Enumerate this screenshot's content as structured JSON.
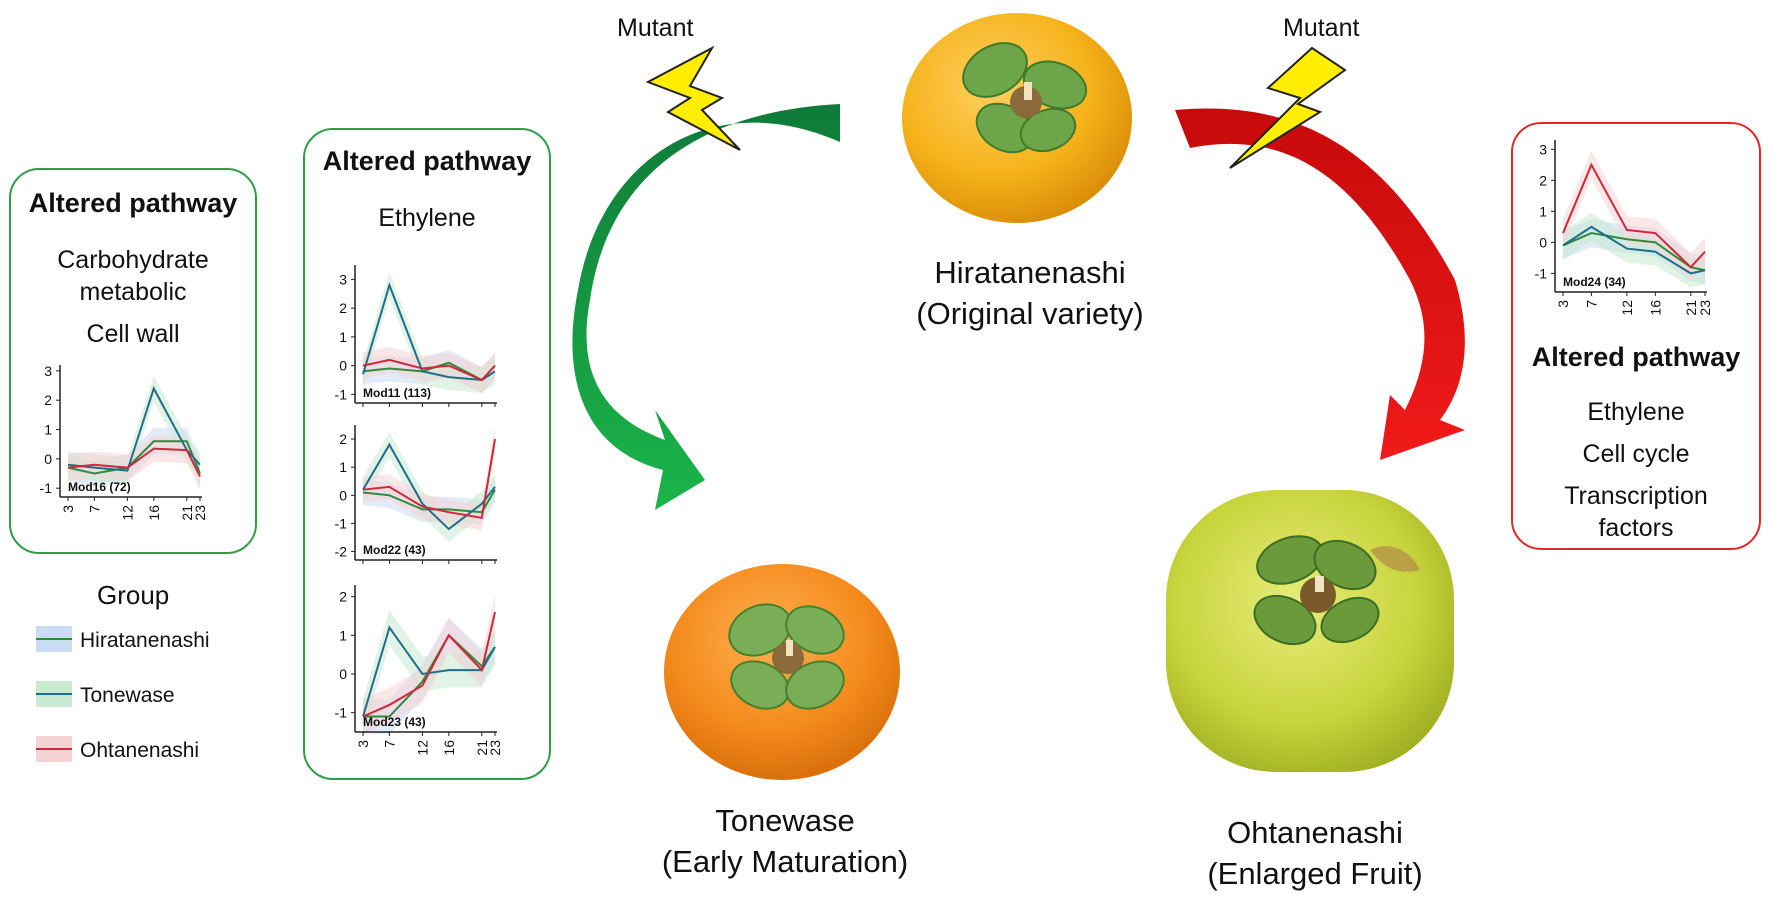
{
  "mutant_labels": [
    "Mutant",
    "Mutant"
  ],
  "varieties": {
    "original": {
      "name": "Hiratanenashi",
      "desc": "(Original variety)"
    },
    "early": {
      "name": "Tonewase",
      "desc": "(Early Maturation)"
    },
    "enlarged": {
      "name": "Ohtanenashi",
      "desc": "(Enlarged Fruit)"
    }
  },
  "panels": {
    "left": {
      "title": "Altered pathway",
      "lines": [
        "Carbohydrate",
        "metabolic",
        "Cell wall"
      ],
      "border": "#2e9e48"
    },
    "middle": {
      "title": "Altered pathway",
      "lines": [
        "Ethylene"
      ],
      "border": "#2e9e48"
    },
    "right": {
      "title": "Altered pathway",
      "lines": [
        "Ethylene",
        "Cell cycle",
        "Transcription",
        "factors"
      ],
      "border": "#e02a2a"
    }
  },
  "legend": {
    "title": "Group",
    "items": [
      {
        "name": "Hiratanenashi",
        "line": "#2e8b3e",
        "band": "#c9dcf3"
      },
      {
        "name": "Tonewase",
        "line": "#1f6e8c",
        "band": "#c9ead0"
      },
      {
        "name": "Ohtanenashi",
        "line": "#d0283a",
        "band": "#f6d3d3"
      }
    ]
  },
  "colors": {
    "green_arrow": "#1f9a45",
    "red_arrow": "#e01818",
    "bolt": "#ffee00"
  },
  "chart_data": [
    {
      "type": "line",
      "title": "Mod16 (72)",
      "x": [
        3,
        7,
        12,
        16,
        21,
        23
      ],
      "ylim": [
        -1.3,
        3.2
      ],
      "yticks": [
        -1,
        0,
        1,
        2,
        3
      ],
      "series": [
        {
          "name": "Hiratanenashi",
          "values": [
            -0.3,
            -0.5,
            -0.3,
            0.6,
            0.6,
            -0.5
          ]
        },
        {
          "name": "Tonewase",
          "values": [
            -0.2,
            -0.3,
            -0.4,
            2.4,
            0.3,
            -0.2
          ]
        },
        {
          "name": "Ohtanenashi",
          "values": [
            -0.3,
            -0.2,
            -0.3,
            0.35,
            0.3,
            -0.6
          ]
        }
      ]
    },
    {
      "type": "line",
      "title": "Mod11 (113)",
      "x": [
        3,
        7,
        12,
        16,
        21,
        23
      ],
      "ylim": [
        -1.3,
        3.5
      ],
      "yticks": [
        -1,
        0,
        1,
        2,
        3
      ],
      "series": [
        {
          "name": "Hiratanenashi",
          "values": [
            -0.2,
            -0.1,
            -0.2,
            0.1,
            -0.5,
            0.0
          ]
        },
        {
          "name": "Tonewase",
          "values": [
            -0.3,
            2.8,
            -0.2,
            -0.4,
            -0.5,
            -0.2
          ]
        },
        {
          "name": "Ohtanenashi",
          "values": [
            0.0,
            0.2,
            -0.1,
            0.0,
            -0.5,
            0.0
          ]
        }
      ]
    },
    {
      "type": "line",
      "title": "Mod22 (43)",
      "x": [
        3,
        7,
        12,
        16,
        21,
        23
      ],
      "ylim": [
        -2.3,
        2.5
      ],
      "yticks": [
        -2,
        -1,
        0,
        1,
        2
      ],
      "series": [
        {
          "name": "Hiratanenashi",
          "values": [
            0.1,
            0.0,
            -0.5,
            -0.5,
            -0.6,
            0.2
          ]
        },
        {
          "name": "Tonewase",
          "values": [
            0.2,
            1.8,
            -0.3,
            -1.2,
            -0.3,
            0.3
          ]
        },
        {
          "name": "Ohtanenashi",
          "values": [
            0.2,
            0.3,
            -0.4,
            -0.6,
            -0.8,
            2.0
          ]
        }
      ]
    },
    {
      "type": "line",
      "title": "Mod23 (43)",
      "x": [
        3,
        7,
        12,
        16,
        21,
        23
      ],
      "ylim": [
        -1.5,
        2.3
      ],
      "yticks": [
        -1,
        0,
        1,
        2
      ],
      "series": [
        {
          "name": "Hiratanenashi",
          "values": [
            -1.1,
            -1.1,
            -0.2,
            1.0,
            0.2,
            0.7
          ]
        },
        {
          "name": "Tonewase",
          "values": [
            -1.1,
            1.2,
            0.0,
            0.1,
            0.1,
            0.7
          ]
        },
        {
          "name": "Ohtanenashi",
          "values": [
            -1.1,
            -0.8,
            -0.3,
            1.0,
            0.1,
            1.6
          ]
        }
      ]
    },
    {
      "type": "line",
      "title": "Mod24 (34)",
      "x": [
        3,
        7,
        12,
        16,
        21,
        23
      ],
      "ylim": [
        -1.6,
        3.3
      ],
      "yticks": [
        -1,
        0,
        1,
        2,
        3
      ],
      "series": [
        {
          "name": "Hiratanenashi",
          "values": [
            -0.1,
            0.3,
            0.1,
            0.0,
            -0.8,
            -0.9
          ]
        },
        {
          "name": "Tonewase",
          "values": [
            -0.1,
            0.5,
            -0.2,
            -0.3,
            -1.0,
            -0.9
          ]
        },
        {
          "name": "Ohtanenashi",
          "values": [
            0.3,
            2.5,
            0.4,
            0.3,
            -0.8,
            -0.3
          ]
        }
      ]
    }
  ]
}
